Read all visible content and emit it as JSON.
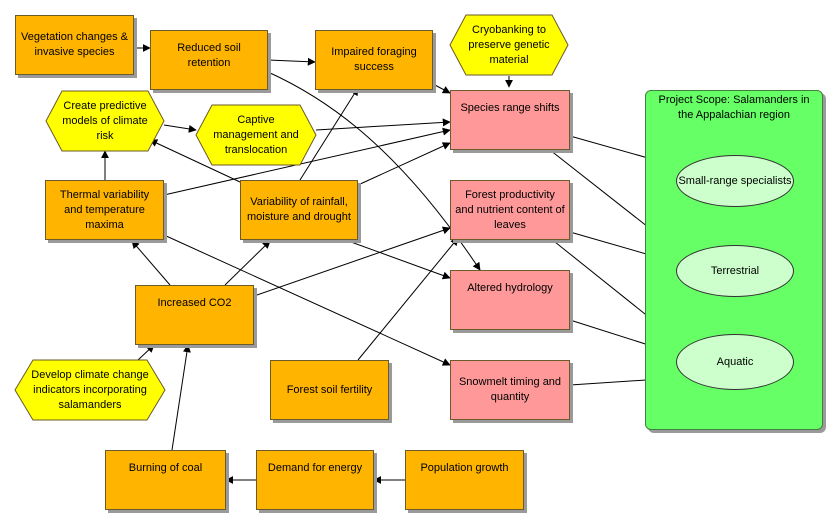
{
  "nodes": {
    "vegetation": "Vegetation changes & invasive species",
    "reduced_soil": "Reduced soil retention",
    "impaired_foraging": "Impaired foraging success",
    "cryobanking": "Cryobanking to preserve genetic material",
    "range_shifts": "Species range shifts",
    "predictive_models": "Create predictive models of climate risk",
    "captive_management": "Captive management and translocation",
    "thermal": "Thermal variability and temperature maxima",
    "rainfall": "Variability of rainfall, moisture and drought",
    "forest_productivity": "Forest productivity and nutrient content of leaves",
    "co2": "Increased CO2",
    "altered_hydrology": "Altered hydrology",
    "climate_indicators": "Develop climate change indicators incorporating salamanders",
    "soil_fertility": "Forest soil fertility",
    "snowmelt": "Snowmelt timing and quantity",
    "coal": "Burning of coal",
    "energy": "Demand for energy",
    "population": "Population growth"
  },
  "scope": {
    "title": "Project Scope: Salamanders in the Appalachian region",
    "targets": {
      "small_range": "Small-range specialists",
      "terrestrial": "Terrestrial",
      "aquatic": "Aquatic"
    }
  },
  "colors": {
    "factor": "#ffb400",
    "threat": "#ff9999",
    "strategy": "#ffff00",
    "scope": "#66ff66",
    "target": "#ccffcc"
  }
}
